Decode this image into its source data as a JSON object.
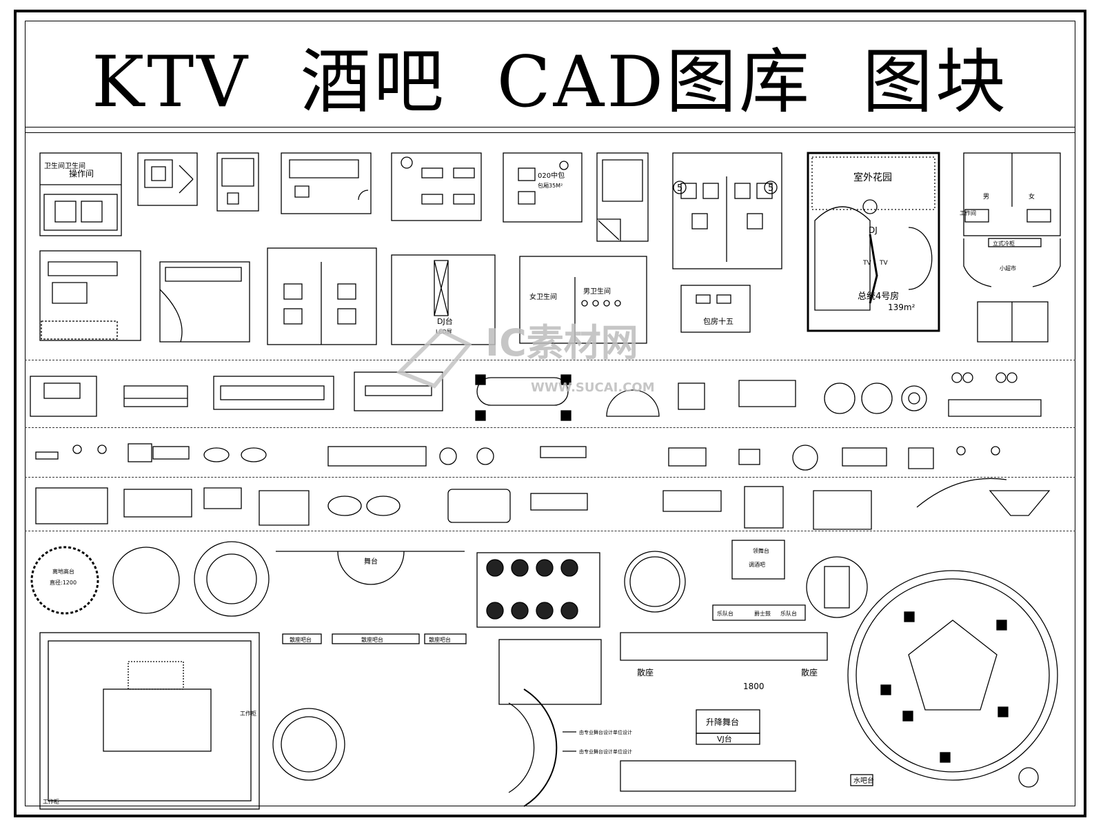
{
  "title": "KTV  酒吧  CAD图库  图块",
  "watermark": {
    "brand": "IC素材网",
    "url": "WWW.SUCAI.COM"
  },
  "labels": {
    "toilet_area": "卫生间卫生间",
    "op_room": "操作间",
    "room_020": "020中包",
    "room_020_sub": "包厢35M²",
    "dj_stage": "DJ台",
    "led": "LED屏",
    "outdoor_garden": "室外花园",
    "dj": "DJ",
    "tv1": "TV",
    "tv2": "TV",
    "suite4": "总统4号房",
    "area139": "139m²",
    "box15": "包房十五",
    "female_wc": "女卫生间",
    "male_wc": "男卫生间",
    "num5a": "5",
    "num5b": "5",
    "male": "男",
    "female": "女",
    "workroom": "工作间",
    "stand_counter": "立式冷柜",
    "small_shop": "小超市",
    "stage": "舞台",
    "scatter_bar1": "散座吧台",
    "scatter_bar2": "散座吧台",
    "scatter_bar3": "散座吧台",
    "scatter_left": "散座",
    "scatter_right": "散座",
    "lift_stage": "升降舞台",
    "vj": "VJ台",
    "dim1800": "1800",
    "band": "乐队台",
    "jazz": "爵士鼓",
    "band2": "乐队台",
    "dance": "领舞台",
    "mix_bar": "调酒吧",
    "water_bar": "水吧台",
    "work_l": "工作柜",
    "work_r": "工作柜",
    "stage_note1": "由专业舞台设计单位设计",
    "stage_note2": "由专业舞台设计单位设计",
    "round_stage": "离地高台",
    "round_dia": "直径:1200"
  }
}
